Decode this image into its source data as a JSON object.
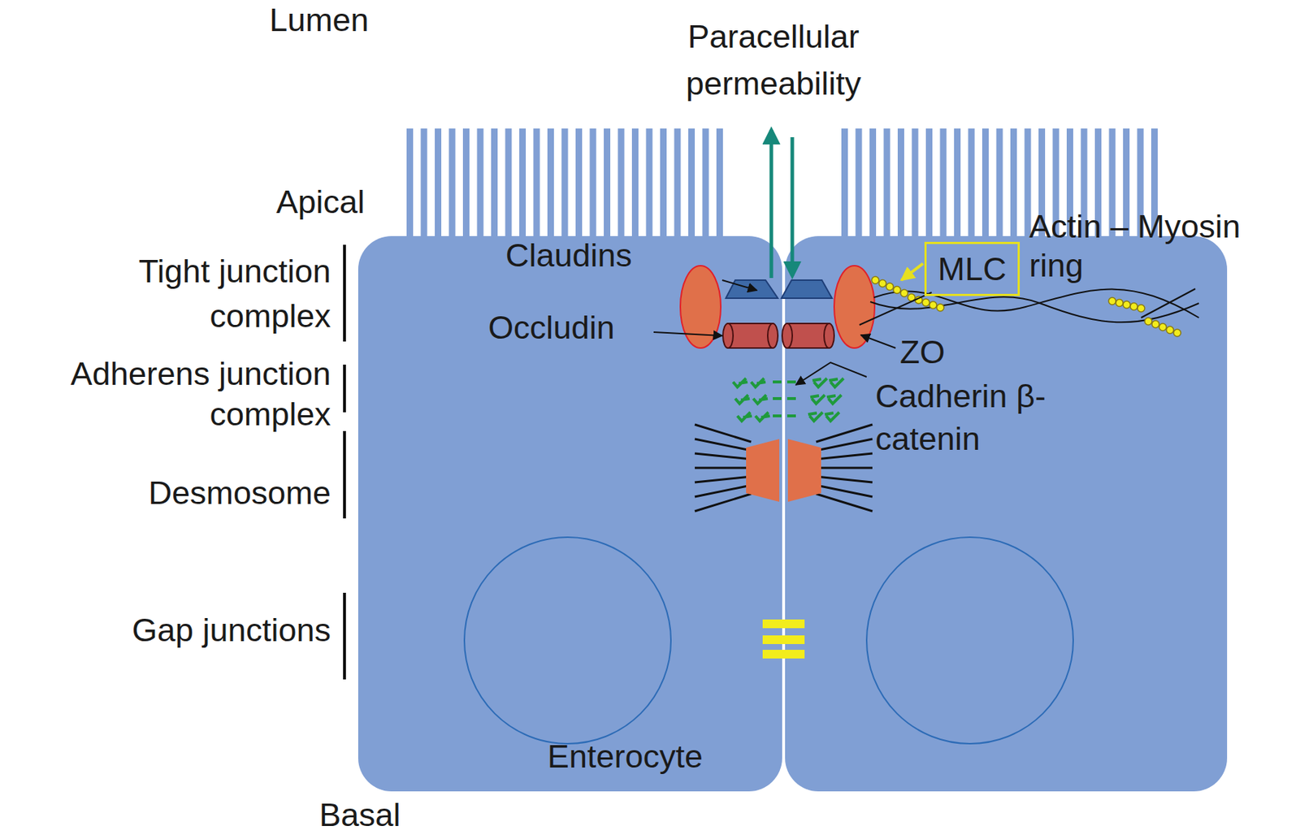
{
  "diagram": {
    "nodes": [
      {
        "text": [
          "Enterocyte"
        ]
      },
      {
        "text": [
          "MLC"
        ]
      }
    ],
    "labels": [
      "Lumen",
      "Paracellular permeability",
      "Apical",
      "Actin – Myosin ring",
      "Tight junction complex",
      "Claudins",
      "Occludin",
      "ZO",
      "Adherens junction complex",
      "Cadherin β-catenin",
      "Desmosome",
      "Gap junctions",
      "Basal"
    ]
  }
}
